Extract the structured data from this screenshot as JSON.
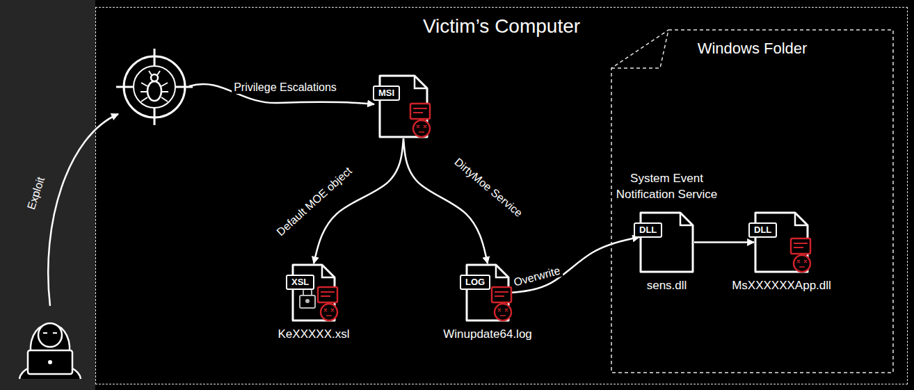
{
  "diagram": {
    "nodes": [
      {
        "text": [
          "Victim’s Computer"
        ]
      },
      {
        "text": [
          "MSI"
        ],
        "in": 0
      },
      {
        "text": [
          "XSL",
          "KeXXXXX.xsl"
        ],
        "in": 0
      },
      {
        "text": [
          "LOG",
          "Winupdate64.log"
        ],
        "in": 0
      },
      {
        "text": [
          "Windows Folder"
        ],
        "in": 0
      },
      {
        "text": [
          "System Event Notification Service",
          "DLL",
          "sens.dll"
        ],
        "in": 4
      },
      {
        "text": [
          "DLL",
          "MsXXXXXXApp.dll"
        ],
        "in": 4
      }
    ],
    "edges": [
      {
        "from": 1,
        "to": 2,
        "label": "Default MOE object",
        "arrow": "to"
      },
      {
        "from": 1,
        "to": 3,
        "label": "DirtyMoe Service",
        "arrow": "to"
      },
      {
        "from": 3,
        "to": 5,
        "label": "Overwrite",
        "arrow": "to"
      },
      {
        "from": 5,
        "to": 6,
        "arrow": "to"
      }
    ],
    "labels": [
      "Exploit",
      "Privilege Escalations"
    ]
  }
}
